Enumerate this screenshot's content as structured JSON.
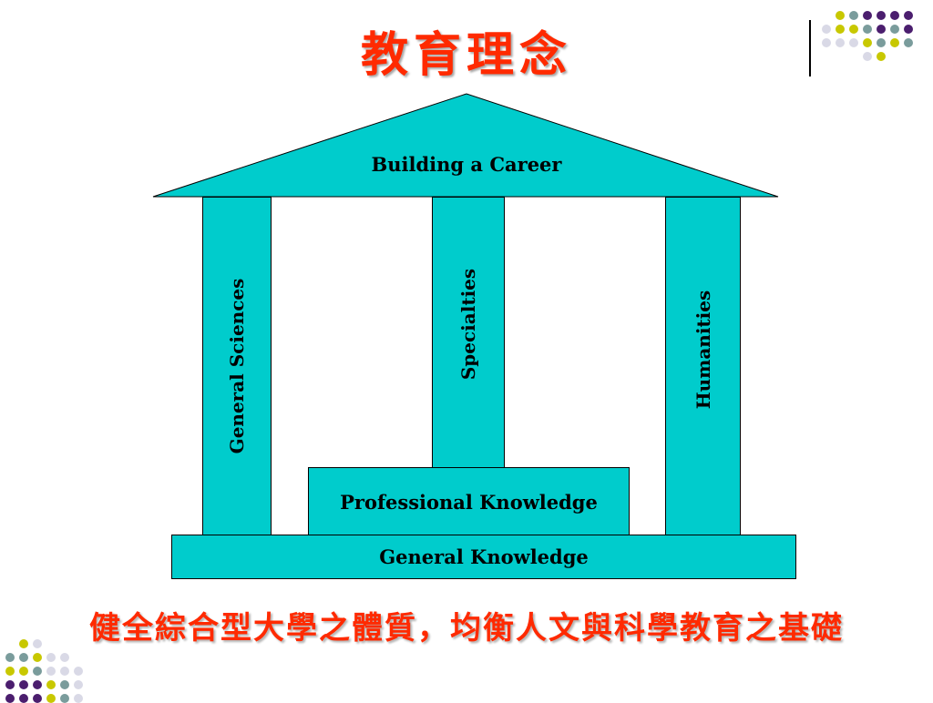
{
  "title": "教育理念",
  "subtitle": "健全綜合型大學之體質，均衡人文與科學教育之基礎",
  "diagram": {
    "roof": "Building a Career",
    "pillars": [
      "General  Sciences",
      "Specialties",
      "Humanities"
    ],
    "professional_block": "Professional Knowledge",
    "foundation": "General Knowledge",
    "fill_color": "#00cccc"
  },
  "decor": {
    "dot_colors": [
      "#c8c800",
      "#7a9c9c",
      "#4b1e6e",
      "#d9d9e6"
    ]
  }
}
